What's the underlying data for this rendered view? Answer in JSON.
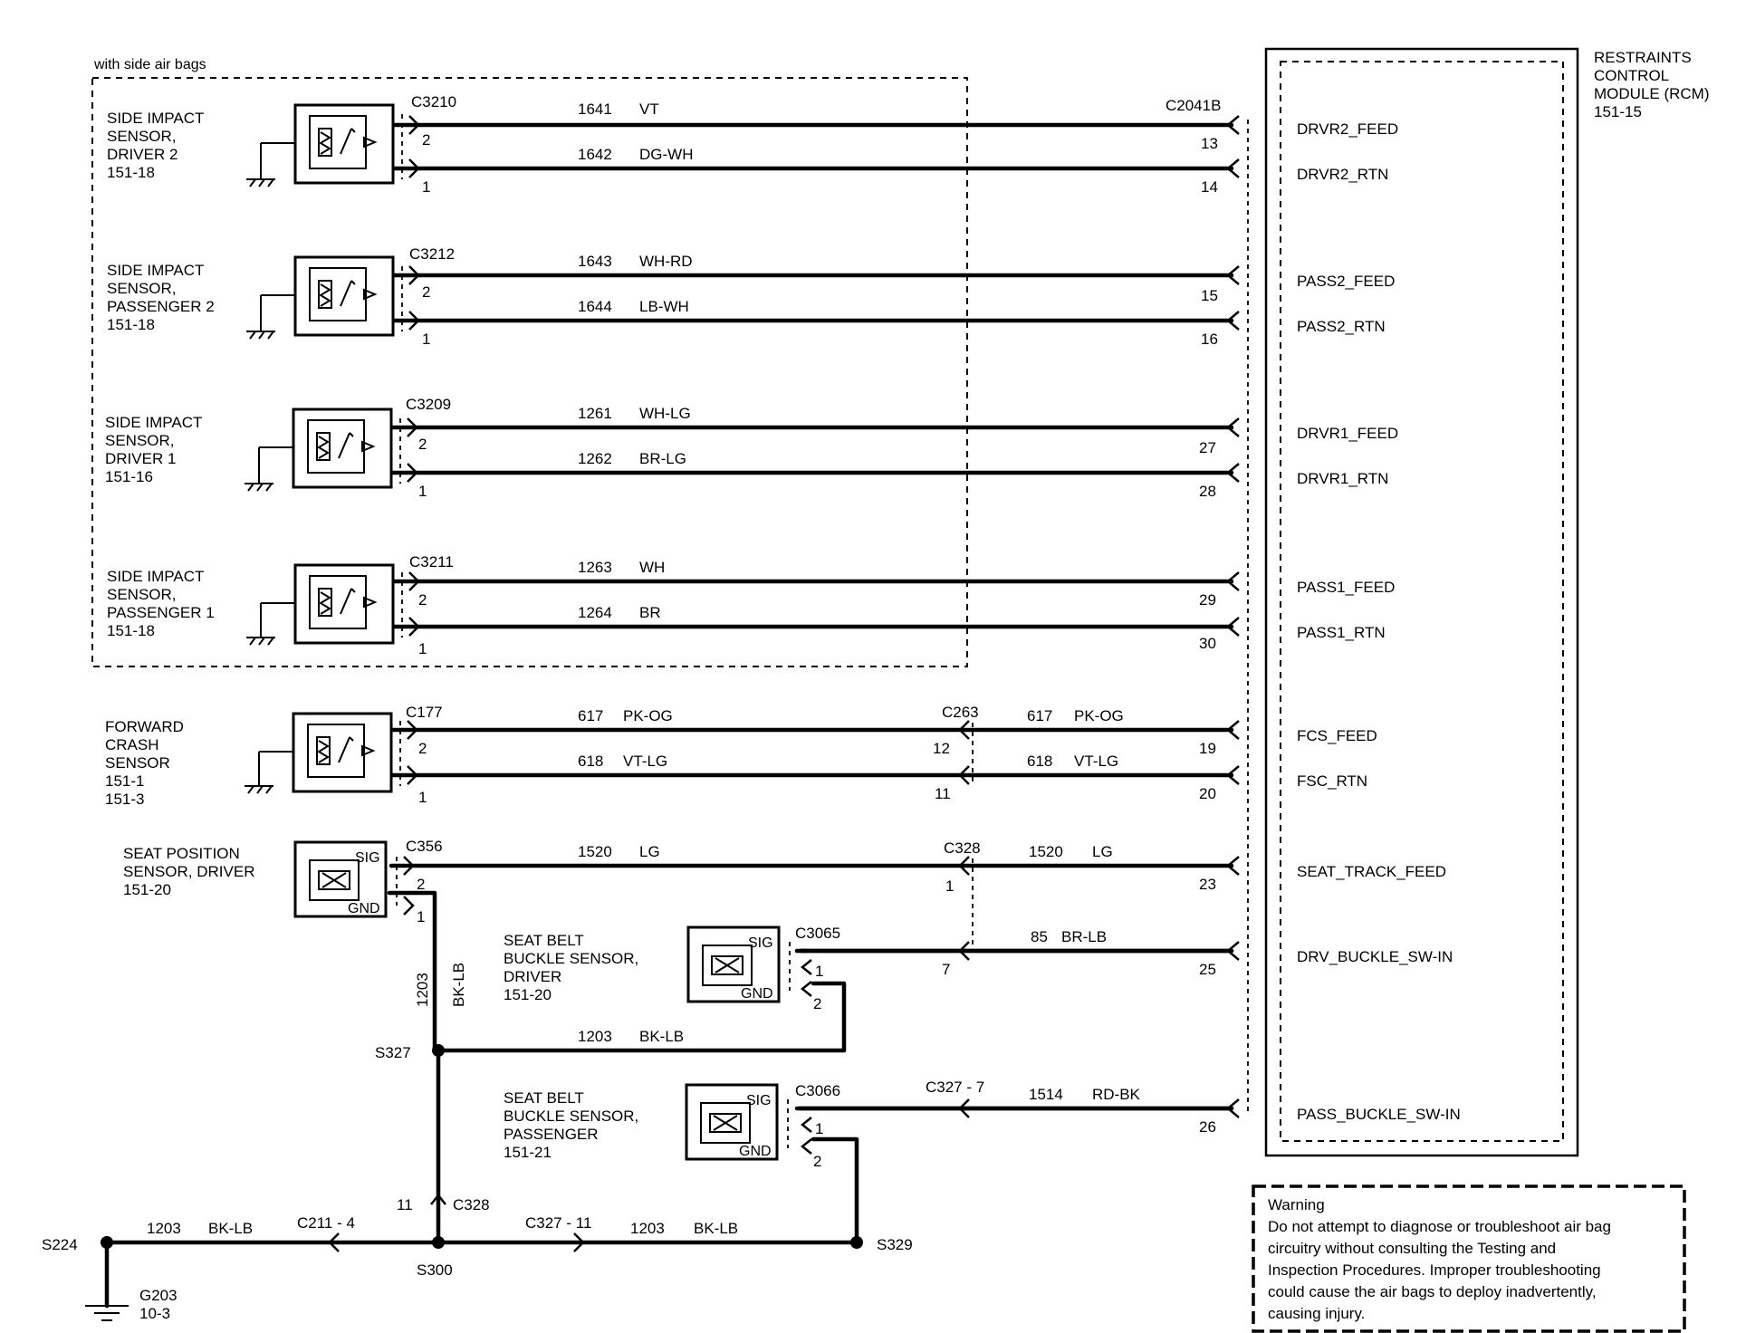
{
  "region_label": "with side air bags",
  "module": {
    "lines": [
      "RESTRAINTS",
      "CONTROL",
      "MODULE (RCM)",
      "151-15"
    ],
    "connector": "C2041B"
  },
  "pins": [
    {
      "pin": "13",
      "signal": "DRVR2_FEED"
    },
    {
      "pin": "14",
      "signal": "DRVR2_RTN"
    },
    {
      "pin": "15",
      "signal": "PASS2_FEED"
    },
    {
      "pin": "16",
      "signal": "PASS2_RTN"
    },
    {
      "pin": "27",
      "signal": "DRVR1_FEED"
    },
    {
      "pin": "28",
      "signal": "DRVR1_RTN"
    },
    {
      "pin": "29",
      "signal": "PASS1_FEED"
    },
    {
      "pin": "30",
      "signal": "PASS1_RTN"
    },
    {
      "pin": "19",
      "signal": "FCS_FEED"
    },
    {
      "pin": "20",
      "signal": "FSC_RTN"
    },
    {
      "pin": "23",
      "signal": "SEAT_TRACK_FEED"
    },
    {
      "pin": "25",
      "signal": "DRV_BUCKLE_SW-IN"
    },
    {
      "pin": "26",
      "signal": "PASS_BUCKLE_SW-IN"
    }
  ],
  "sensors": [
    {
      "lines": [
        "SIDE IMPACT",
        "SENSOR,",
        "DRIVER 2",
        "151-18"
      ],
      "connector": "C3210",
      "pin_a": "2",
      "pin_b": "1"
    },
    {
      "lines": [
        "SIDE IMPACT",
        "SENSOR,",
        "PASSENGER 2",
        "151-18"
      ],
      "connector": "C3212",
      "pin_a": "2",
      "pin_b": "1"
    },
    {
      "lines": [
        "SIDE IMPACT",
        "SENSOR,",
        "DRIVER 1",
        "151-16"
      ],
      "connector": "C3209",
      "pin_a": "2",
      "pin_b": "1"
    },
    {
      "lines": [
        "SIDE IMPACT",
        "SENSOR,",
        "PASSENGER 1",
        "151-18"
      ],
      "connector": "C3211",
      "pin_a": "2",
      "pin_b": "1"
    },
    {
      "lines": [
        "FORWARD",
        "CRASH",
        "SENSOR",
        "151-1",
        "151-3"
      ],
      "connector": "C177",
      "pin_a": "2",
      "pin_b": "1"
    }
  ],
  "seat_position": {
    "lines": [
      "SEAT POSITION",
      "SENSOR, DRIVER",
      "151-20"
    ],
    "connector": "C356",
    "pin_a": "2",
    "pin_b": "1",
    "sig": "SIG",
    "gnd": "GND"
  },
  "buckle_driver": {
    "lines": [
      "SEAT BELT",
      "BUCKLE SENSOR,",
      "DRIVER",
      "151-20"
    ],
    "connector": "C3065",
    "pin_a": "1",
    "pin_b": "2",
    "sig": "SIG",
    "gnd": "GND"
  },
  "buckle_pass": {
    "lines": [
      "SEAT BELT",
      "BUCKLE SENSOR,",
      "PASSENGER",
      "151-21"
    ],
    "connector": "C3066",
    "pin_a": "1",
    "pin_b": "2",
    "sig": "SIG",
    "gnd": "GND"
  },
  "wires": [
    {
      "circuit": "1641",
      "color": "VT"
    },
    {
      "circuit": "1642",
      "color": "DG-WH"
    },
    {
      "circuit": "1643",
      "color": "WH-RD"
    },
    {
      "circuit": "1644",
      "color": "LB-WH"
    },
    {
      "circuit": "1261",
      "color": "WH-LG"
    },
    {
      "circuit": "1262",
      "color": "BR-LG"
    },
    {
      "circuit": "1263",
      "color": "WH"
    },
    {
      "circuit": "1264",
      "color": "BR"
    },
    {
      "circuit": "617",
      "color": "PK-OG"
    },
    {
      "circuit": "618",
      "color": "VT-LG"
    },
    {
      "circuit": "617",
      "color": "PK-OG"
    },
    {
      "circuit": "618",
      "color": "VT-LG"
    },
    {
      "circuit": "1520",
      "color": "LG"
    },
    {
      "circuit": "1520",
      "color": "LG"
    },
    {
      "circuit": "85",
      "color": "BR-LB"
    },
    {
      "circuit": "1514",
      "color": "RD-BK"
    },
    {
      "circuit": "1203",
      "color": "BK-LB"
    },
    {
      "circuit": "1203",
      "color": "BK-LB"
    },
    {
      "circuit": "1203",
      "color": "BK-LB"
    },
    {
      "circuit": "1203",
      "color": "BK-LB"
    }
  ],
  "inline": {
    "c263": "C263",
    "c263_a": "12",
    "c263_b": "11",
    "c328": "C328",
    "c328_pin": "1",
    "c3065_pin": "7",
    "c327_7": "C327 - 7",
    "c211_4": "C211 - 4",
    "c327_11": "C327 - 11",
    "c328_bottom": "C328",
    "c328_bottom_pin": "11"
  },
  "splices": {
    "s327": "S327",
    "s300": "S300",
    "s224": "S224",
    "s329": "S329"
  },
  "ground": {
    "id": "G203",
    "ref": "10-3"
  },
  "warning": {
    "title": "Warning",
    "lines": [
      "Do not attempt to diagnose or troubleshoot air bag",
      "circuitry without consulting the Testing and",
      "Inspection Procedures. Improper troubleshooting",
      "could cause the air bags to deploy inadvertently,",
      "causing injury."
    ]
  }
}
